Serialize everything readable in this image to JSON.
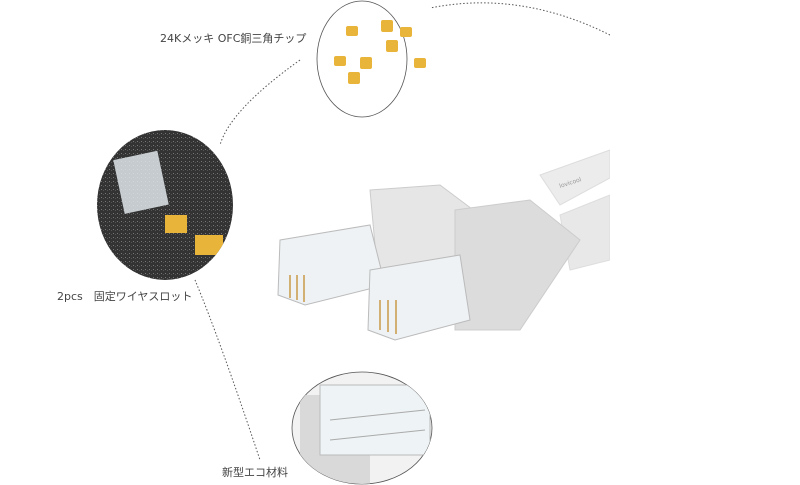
{
  "callouts": {
    "chips": "24Kメッキ OFC銅三角チップ",
    "wire_slot": "2pcs　固定ワイヤスロット",
    "material": "新型エコ材料"
  },
  "cable_brand": "lovicool",
  "colors": {
    "gold": "#e8b43a",
    "cable": "#e6e6e6",
    "felt": "#3a3a3a",
    "text": "#444444"
  }
}
